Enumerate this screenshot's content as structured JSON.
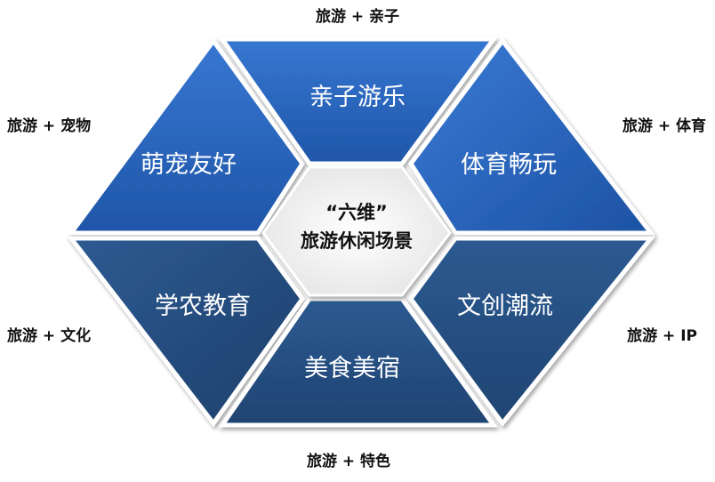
{
  "center": {
    "line1": "“六维”",
    "line2": "旅游休闲场景"
  },
  "segments": [
    {
      "id": "top",
      "label": "亲子游乐",
      "color": "#2a66c0"
    },
    {
      "id": "upper-left",
      "label": "萌宠友好",
      "color": "#2a66c0"
    },
    {
      "id": "upper-right",
      "label": "体育畅玩",
      "color": "#2a66c0"
    },
    {
      "id": "lower-left",
      "label": "学农教育",
      "color": "#2b5387"
    },
    {
      "id": "lower-right",
      "label": "文创潮流",
      "color": "#2b5387"
    },
    {
      "id": "bottom",
      "label": "美食美宿",
      "color": "#2b5387"
    }
  ],
  "outer_labels": {
    "top": "旅游 + 亲子",
    "upper_left": "旅游 + 宠物",
    "upper_right": "旅游 + 体育",
    "lower_left": "旅游 + 文化",
    "lower_right": "旅游 + IP",
    "bottom": "旅游 + 特色"
  },
  "colors": {
    "upper_blue": "#2a66c0",
    "lower_navy": "#2b5387",
    "center_fill": "#f2f2f2",
    "label_text": "#111111"
  }
}
